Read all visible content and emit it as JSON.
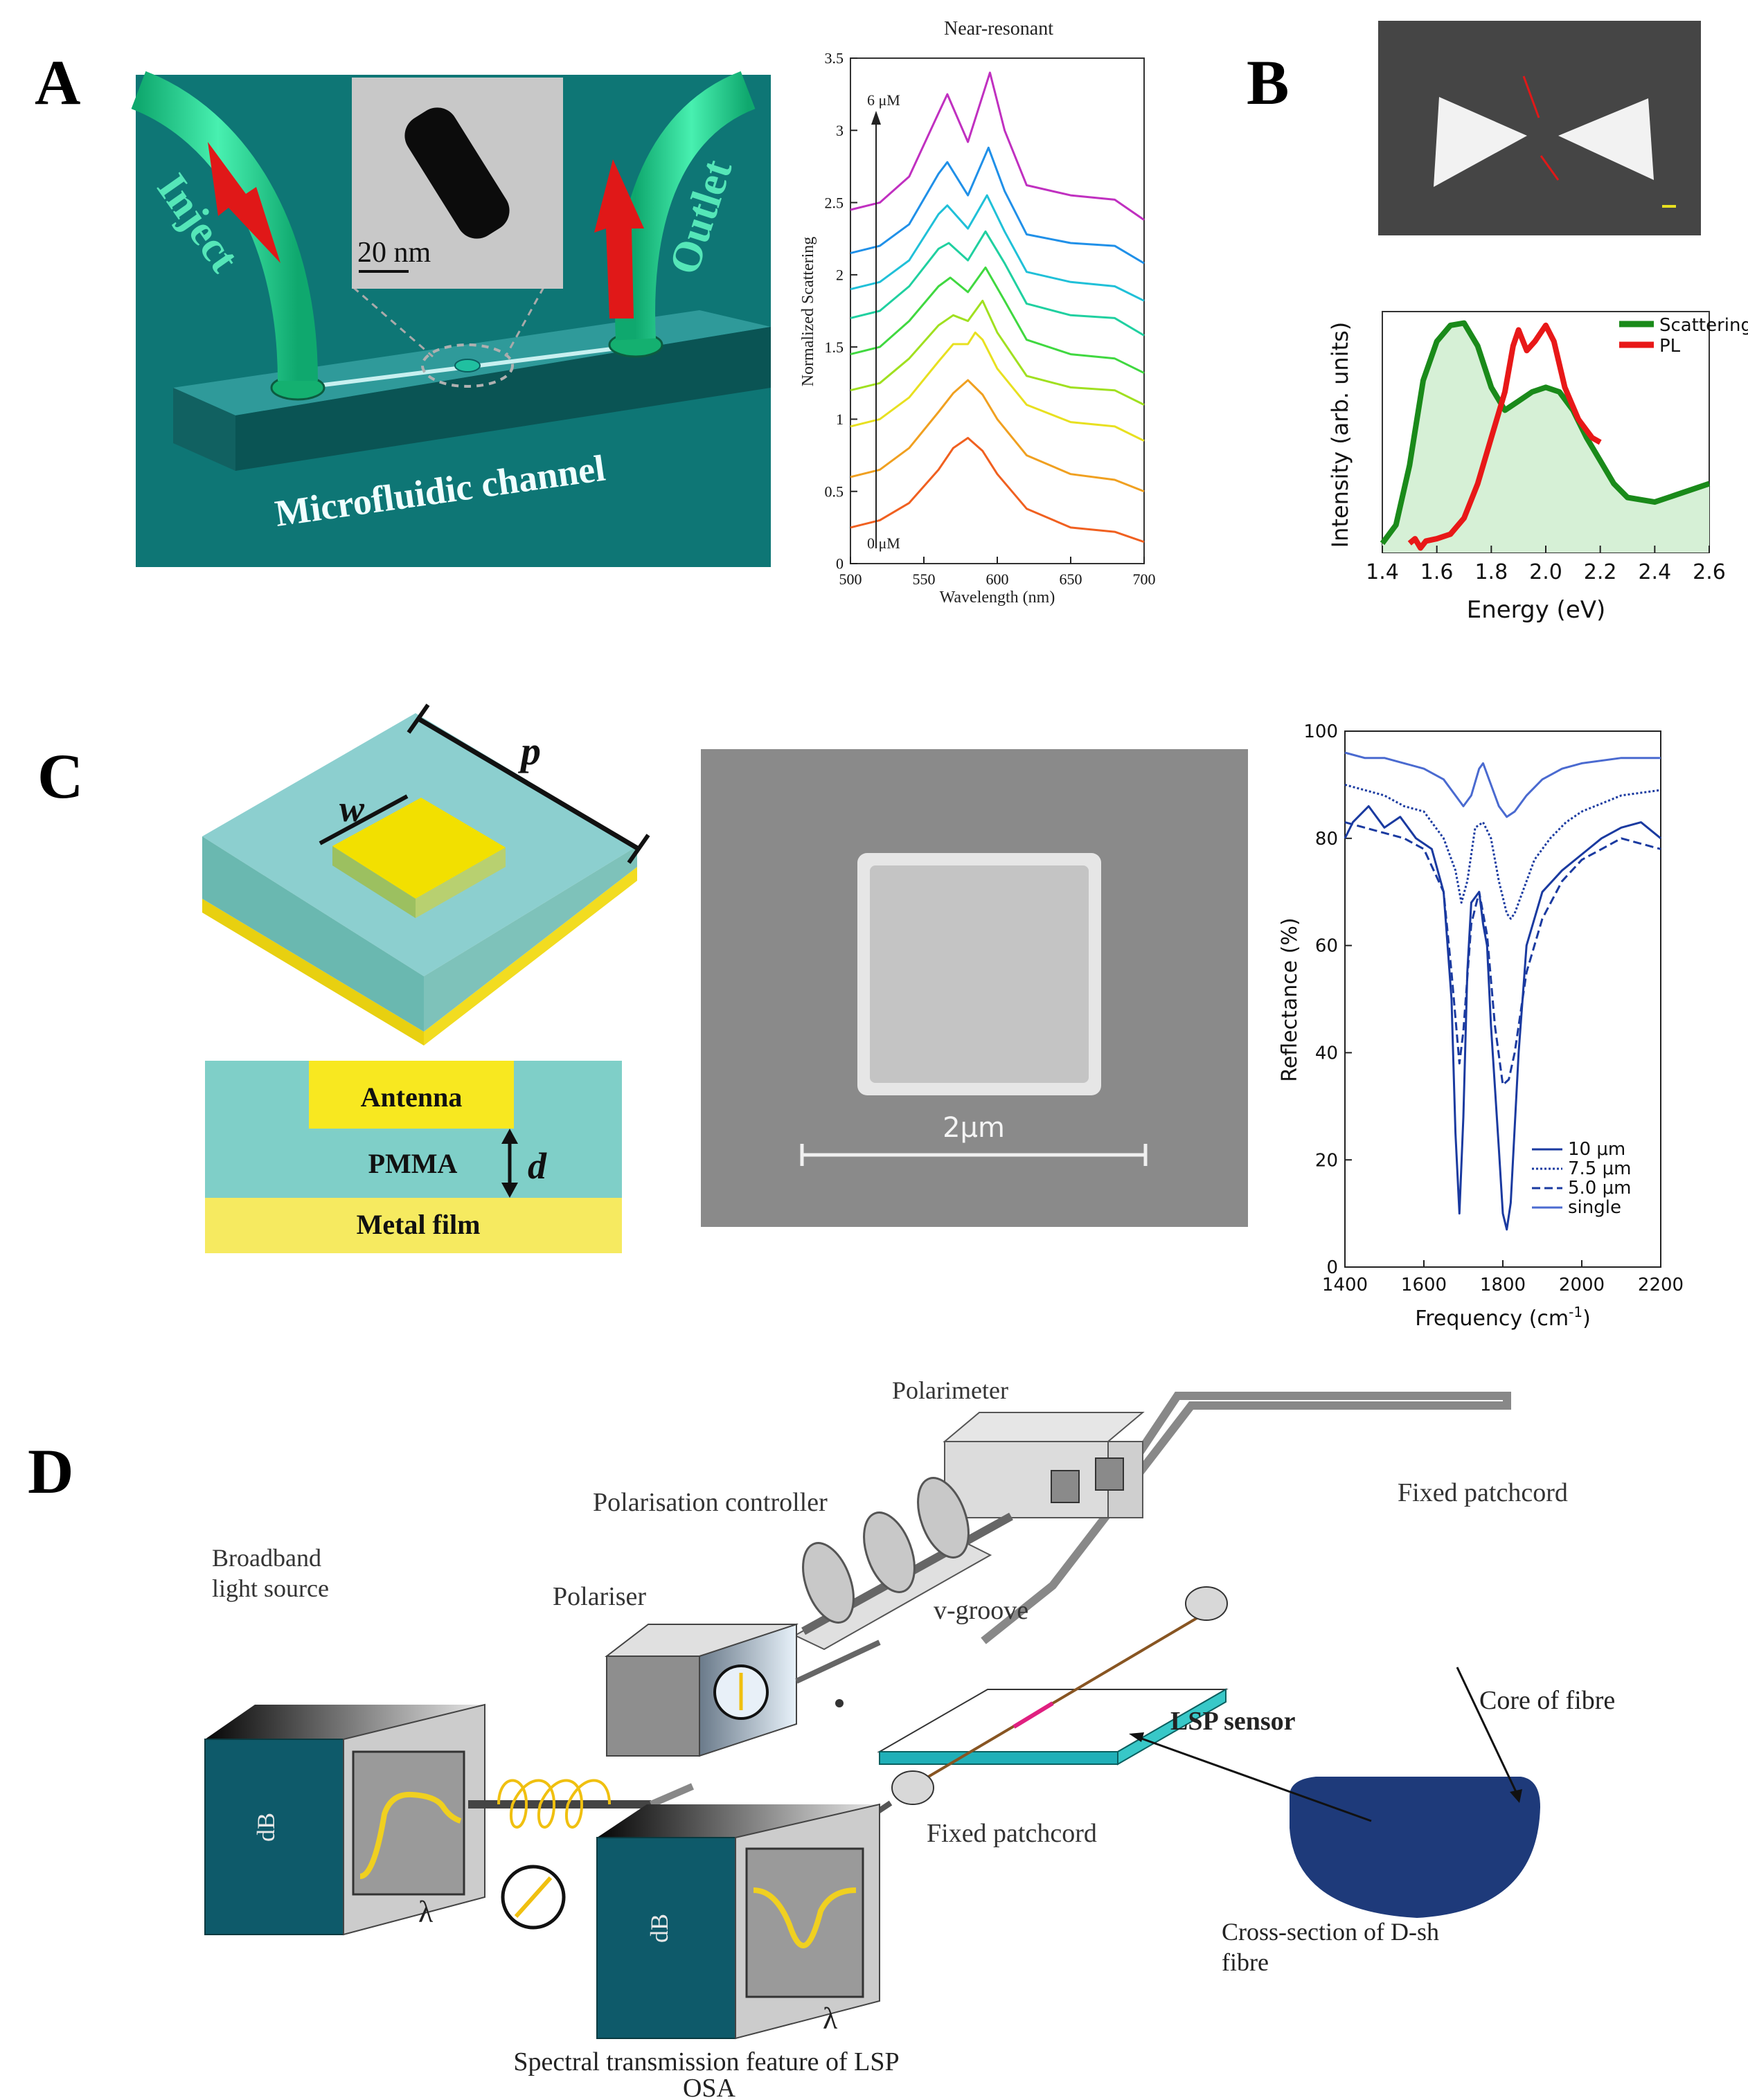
{
  "panels": {
    "A": {
      "label": "A",
      "diagram": {
        "inject_label": "Inject",
        "outlet_label": "Outlet",
        "channel_label": "Microfluidic channel",
        "scale_bar_label": "20 nm",
        "colors": {
          "background": "#0e7675",
          "tube": "#19c98c",
          "arrow": "#e01818"
        }
      },
      "chart": {
        "title": "Near-resonant",
        "xlabel": "Wavelength (nm)",
        "ylabel": "Normalized Scattering",
        "top_annotation": "6 μM",
        "bottom_annotation": "0 μM",
        "xticks": [
          "500",
          "550",
          "600",
          "650",
          "700"
        ],
        "yticks": [
          "0",
          "0.5",
          "1",
          "1.5",
          "2",
          "2.5",
          "3",
          "3.5"
        ]
      }
    },
    "B": {
      "label": "B",
      "chart": {
        "xlabel": "Energy (eV)",
        "ylabel": "Intensity (arb. units)",
        "legend": [
          "Scattering",
          "PL"
        ],
        "xticks": [
          "1.4",
          "1.6",
          "1.8",
          "2.0",
          "2.2",
          "2.4",
          "2.6"
        ]
      }
    },
    "C": {
      "label": "C",
      "diagram": {
        "p_label": "p",
        "w_label": "w",
        "d_label": "d",
        "antenna_label": "Antenna",
        "pmma_label": "PMMA",
        "metal_label": "Metal film",
        "sem_scale_label": "2μm"
      },
      "chart": {
        "xlabel": "Frequency (cm",
        "xlabel_sup": "-1",
        "xlabel_end": ")",
        "ylabel": "Reflectance (%)",
        "legend": [
          "10  μm",
          "7.5 μm",
          "5.0 μm",
          "single"
        ],
        "xticks": [
          "1400",
          "1600",
          "1800",
          "2000",
          "2200"
        ],
        "yticks": [
          "0",
          "20",
          "40",
          "60",
          "80",
          "100"
        ]
      }
    },
    "D": {
      "label": "D",
      "polarimeter": "Polarimeter",
      "pol_controller": "Polarisation controller",
      "fixed_patchcord_top": "Fixed patchcord",
      "broadband_1": "Broadband",
      "broadband_2": "light source",
      "polariser": "Polariser",
      "v_groove": "v-groove",
      "lsp_sensor": "LSP sensor",
      "core_of_fibre": "Core of fibre",
      "fixed_patchcord_bottom": "Fixed patchcord",
      "db_left": "dB",
      "db_right": "dB",
      "lambda_left": "λ",
      "lambda_right": "λ",
      "cross_section_1": "Cross-section of  D-sh",
      "cross_section_2": "fibre",
      "spectral_1": "Spectral transmission feature of LSP",
      "spectral_2": "OSA"
    }
  },
  "chart_data": [
    {
      "panel": "A",
      "type": "line",
      "title": "Near-resonant",
      "xlabel": "Wavelength (nm)",
      "ylabel": "Normalized Scattering",
      "xlim": [
        500,
        700
      ],
      "ylim": [
        0,
        3.5
      ],
      "series": [
        {
          "color": "#f06020",
          "x": [
            500,
            520,
            540,
            560,
            570,
            580,
            590,
            600,
            620,
            650,
            680,
            700
          ],
          "y": [
            0.25,
            0.3,
            0.42,
            0.65,
            0.8,
            0.87,
            0.78,
            0.62,
            0.38,
            0.25,
            0.22,
            0.15
          ]
        },
        {
          "color": "#f0a020",
          "x": [
            500,
            520,
            540,
            560,
            570,
            580,
            590,
            600,
            620,
            650,
            680,
            700
          ],
          "y": [
            0.6,
            0.65,
            0.8,
            1.05,
            1.18,
            1.27,
            1.17,
            1.0,
            0.75,
            0.62,
            0.58,
            0.5
          ]
        },
        {
          "color": "#e8e020",
          "x": [
            500,
            520,
            540,
            560,
            570,
            580,
            585,
            590,
            600,
            620,
            650,
            680,
            700
          ],
          "y": [
            0.95,
            1.0,
            1.15,
            1.4,
            1.52,
            1.52,
            1.6,
            1.55,
            1.35,
            1.1,
            0.98,
            0.95,
            0.85
          ]
        },
        {
          "color": "#a0e020",
          "x": [
            500,
            520,
            540,
            560,
            570,
            580,
            590,
            600,
            620,
            650,
            680,
            700
          ],
          "y": [
            1.2,
            1.25,
            1.42,
            1.65,
            1.72,
            1.68,
            1.82,
            1.6,
            1.3,
            1.22,
            1.2,
            1.1
          ]
        },
        {
          "color": "#40d840",
          "x": [
            500,
            520,
            540,
            560,
            568,
            580,
            592,
            605,
            620,
            650,
            680,
            700
          ],
          "y": [
            1.45,
            1.5,
            1.68,
            1.92,
            1.98,
            1.88,
            2.05,
            1.82,
            1.55,
            1.45,
            1.42,
            1.32
          ]
        },
        {
          "color": "#20d0a0",
          "x": [
            500,
            520,
            540,
            560,
            567,
            580,
            592,
            605,
            620,
            650,
            680,
            700
          ],
          "y": [
            1.7,
            1.75,
            1.92,
            2.18,
            2.22,
            2.1,
            2.3,
            2.08,
            1.8,
            1.72,
            1.7,
            1.58
          ]
        },
        {
          "color": "#20c0d8",
          "x": [
            500,
            520,
            540,
            560,
            566,
            580,
            593,
            605,
            620,
            650,
            680,
            700
          ],
          "y": [
            1.9,
            1.95,
            2.1,
            2.42,
            2.48,
            2.32,
            2.55,
            2.3,
            2.02,
            1.95,
            1.92,
            1.82
          ]
        },
        {
          "color": "#2090e8",
          "x": [
            500,
            520,
            540,
            560,
            566,
            580,
            594,
            605,
            620,
            650,
            680,
            700
          ],
          "y": [
            2.15,
            2.2,
            2.35,
            2.7,
            2.78,
            2.55,
            2.88,
            2.58,
            2.28,
            2.22,
            2.2,
            2.08
          ]
        },
        {
          "color": "#c030c0",
          "x": [
            500,
            520,
            540,
            560,
            566,
            580,
            595,
            605,
            620,
            650,
            680,
            700
          ],
          "y": [
            2.45,
            2.5,
            2.68,
            3.12,
            3.25,
            2.92,
            3.4,
            3.0,
            2.62,
            2.55,
            2.52,
            2.38
          ]
        }
      ]
    },
    {
      "panel": "B",
      "type": "line",
      "xlabel": "Energy (eV)",
      "ylabel": "Intensity (arb. units)",
      "xlim": [
        1.4,
        2.6
      ],
      "ylim": [
        0,
        1.05
      ],
      "series": [
        {
          "name": "Scattering",
          "color": "#1a8a1a",
          "fill": "#d6f0d6",
          "x": [
            1.4,
            1.45,
            1.5,
            1.55,
            1.6,
            1.65,
            1.7,
            1.75,
            1.8,
            1.85,
            1.9,
            1.95,
            2.0,
            2.05,
            2.1,
            2.15,
            2.2,
            2.25,
            2.3,
            2.35,
            2.4,
            2.45,
            2.5,
            2.6
          ],
          "y": [
            0.04,
            0.12,
            0.38,
            0.75,
            0.92,
            0.99,
            1.0,
            0.9,
            0.72,
            0.62,
            0.66,
            0.7,
            0.72,
            0.7,
            0.62,
            0.5,
            0.4,
            0.3,
            0.24,
            0.23,
            0.22,
            0.24,
            0.26,
            0.3
          ]
        },
        {
          "name": "PL",
          "color": "#e81818",
          "x": [
            1.5,
            1.52,
            1.54,
            1.56,
            1.6,
            1.65,
            1.7,
            1.75,
            1.8,
            1.85,
            1.88,
            1.9,
            1.93,
            1.96,
            2.0,
            2.03,
            2.07,
            2.12,
            2.17,
            2.2
          ],
          "y": [
            0.04,
            0.06,
            0.02,
            0.05,
            0.06,
            0.08,
            0.15,
            0.3,
            0.5,
            0.7,
            0.9,
            0.97,
            0.88,
            0.92,
            0.99,
            0.92,
            0.72,
            0.58,
            0.5,
            0.48
          ]
        }
      ]
    },
    {
      "panel": "C",
      "type": "line",
      "xlabel": "Frequency (cm-1)",
      "ylabel": "Reflectance (%)",
      "xlim": [
        1400,
        2200
      ],
      "ylim": [
        0,
        100
      ],
      "series": [
        {
          "name": "10  μm",
          "color": "#1a3aa0",
          "dash": "",
          "x": [
            1400,
            1420,
            1460,
            1500,
            1540,
            1580,
            1620,
            1650,
            1670,
            1680,
            1690,
            1700,
            1710,
            1720,
            1740,
            1750,
            1760,
            1770,
            1790,
            1800,
            1810,
            1820,
            1840,
            1860,
            1900,
            1950,
            2000,
            2050,
            2100,
            2150,
            2200
          ],
          "y": [
            80,
            83,
            86,
            82,
            84,
            80,
            78,
            70,
            50,
            25,
            10,
            28,
            55,
            68,
            70,
            64,
            60,
            45,
            22,
            10,
            7,
            12,
            40,
            60,
            70,
            74,
            77,
            80,
            82,
            83,
            80
          ]
        },
        {
          "name": "7.5 μm",
          "color": "#1a3aa0",
          "dash": "3,3",
          "x": [
            1400,
            1450,
            1500,
            1550,
            1600,
            1650,
            1680,
            1695,
            1710,
            1730,
            1750,
            1770,
            1790,
            1810,
            1820,
            1830,
            1850,
            1880,
            1920,
            1960,
            2000,
            2100,
            2200
          ],
          "y": [
            90,
            89,
            88,
            86,
            85,
            80,
            74,
            68,
            72,
            82,
            83,
            80,
            72,
            66,
            65,
            66,
            70,
            76,
            80,
            83,
            85,
            88,
            89
          ]
        },
        {
          "name": "5.0 μm",
          "color": "#1a3aa0",
          "dash": "12,6",
          "x": [
            1400,
            1450,
            1500,
            1550,
            1600,
            1650,
            1670,
            1690,
            1700,
            1720,
            1740,
            1760,
            1780,
            1800,
            1815,
            1830,
            1860,
            1900,
            1950,
            2000,
            2100,
            2200
          ],
          "y": [
            83,
            82,
            81,
            80,
            78,
            70,
            55,
            38,
            44,
            64,
            70,
            62,
            45,
            34,
            35,
            40,
            55,
            65,
            72,
            76,
            80,
            78
          ]
        },
        {
          "name": "single",
          "color": "#4a6ad0",
          "dash": "",
          "x": [
            1400,
            1450,
            1500,
            1550,
            1600,
            1650,
            1680,
            1700,
            1720,
            1740,
            1750,
            1770,
            1790,
            1810,
            1830,
            1860,
            1900,
            1950,
            2000,
            2100,
            2200
          ],
          "y": [
            96,
            95,
            95,
            94,
            93,
            91,
            88,
            86,
            88,
            93,
            94,
            90,
            86,
            84,
            85,
            88,
            91,
            93,
            94,
            95,
            95
          ]
        }
      ]
    }
  ]
}
